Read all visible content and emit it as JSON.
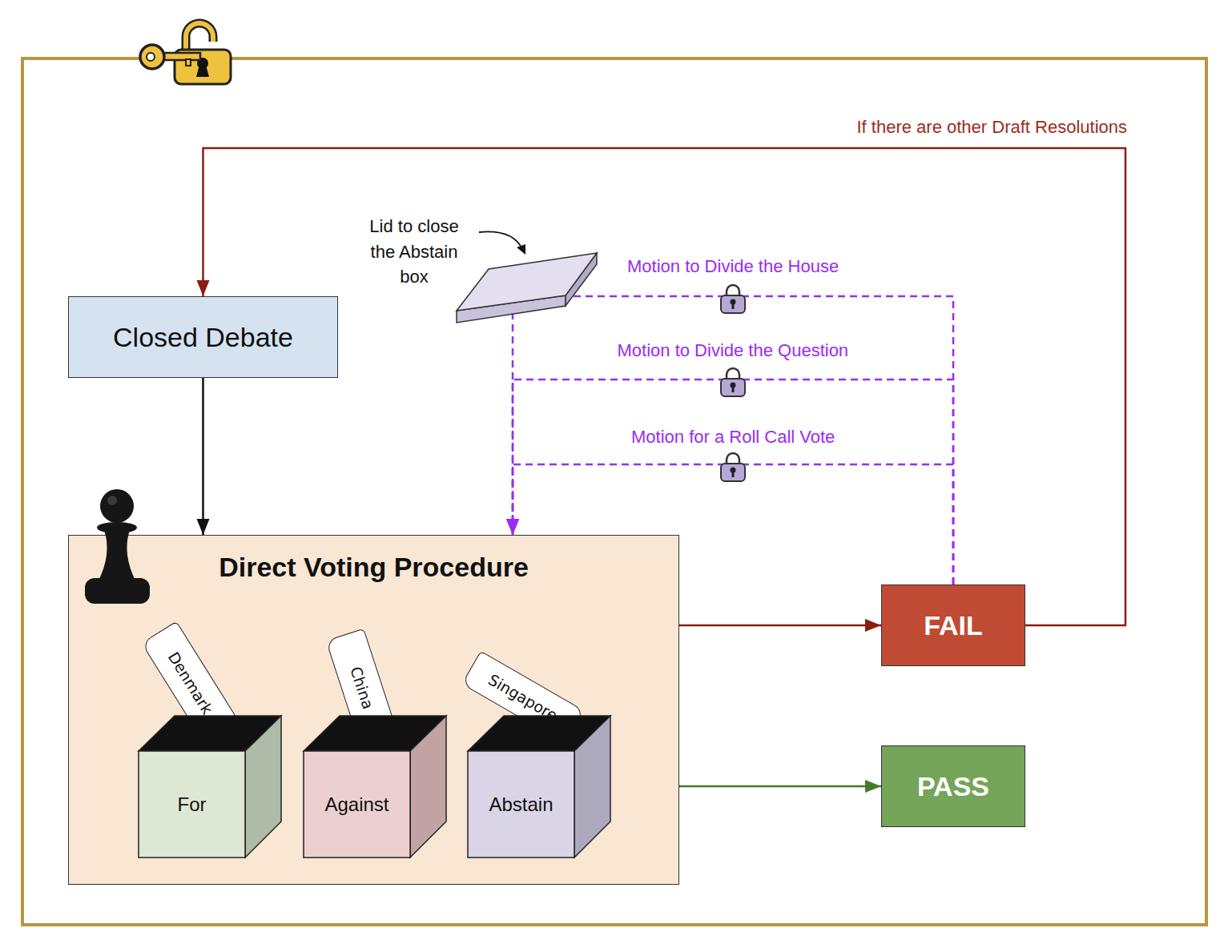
{
  "diagram": {
    "nodes": [
      {
        "text": [
          "Closed Debate"
        ]
      },
      {
        "text": [
          "Direct Voting Procedure"
        ]
      },
      {
        "text": [
          "For"
        ],
        "in": 1
      },
      {
        "text": [
          "Against"
        ],
        "in": 1
      },
      {
        "text": [
          "Abstain"
        ],
        "in": 1
      },
      {
        "text": [
          "FAIL"
        ]
      },
      {
        "text": [
          "PASS"
        ]
      }
    ],
    "edges": [
      {
        "from": 0,
        "to": 1,
        "arrow": "to"
      },
      {
        "from": 1,
        "to": 5,
        "arrow": "to"
      },
      {
        "from": 1,
        "to": 6,
        "arrow": "to"
      },
      {
        "from": 5,
        "to": 0,
        "arrow": "to",
        "label": "If there are other Draft Resolutions"
      },
      {
        "from": 5,
        "to": 1,
        "arrow": "to",
        "label": "Motion to Divide the House"
      },
      {
        "from": 5,
        "to": 1,
        "arrow": "to",
        "label": "Motion to Divide the Question"
      },
      {
        "from": 5,
        "to": 1,
        "arrow": "to",
        "label": "Motion for a Roll Call Vote"
      }
    ],
    "labels": [
      "Lid to close the Abstain box",
      "Denmark",
      "China",
      "Singapore"
    ]
  }
}
